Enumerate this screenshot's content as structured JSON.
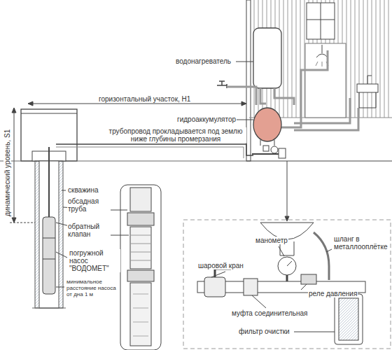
{
  "diagram": {
    "labels": [
      "водонагреватель",
      "горизонтальный участок, H1",
      "гидроаккумулятор",
      "трубопровод прокладывается под землю ниже глубины промерзания",
      "динамический уровень, S1",
      "скважина",
      "обсадная труба",
      "обратный клапан",
      "погружной насос \"ВОДОМЕТ\"",
      "минимальное расстояние насоса от дна 1 м",
      "манометр",
      "шланг в металлооплётке",
      "шаровой кран",
      "реле давления",
      "муфта соединительная",
      "фильтр очистки"
    ]
  }
}
